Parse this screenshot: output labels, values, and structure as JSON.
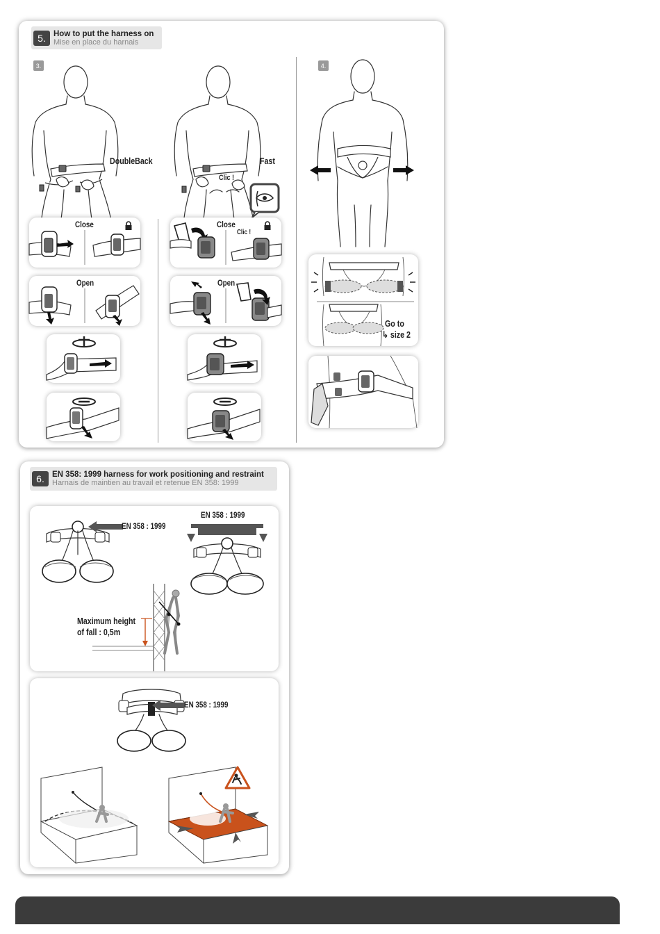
{
  "section5": {
    "number": "5.",
    "title": "How to put the harness on",
    "subtitle": "Mise en place du harnais",
    "step3_badge": "3.",
    "step4_badge": "4.",
    "doubleback_label": "DoubleBack",
    "fast_label": "Fast",
    "clic_label": "Clic !",
    "close_label": "Close",
    "open_label": "Open",
    "goto_label": "Go to",
    "size_label": "↳ size 2"
  },
  "section6": {
    "number": "6.",
    "title": "EN 358: 1999 harness for work positioning and restraint",
    "subtitle": "Harnais de maintien au travail et retenue EN 358: 1999",
    "en_label": "EN 358 : 1999",
    "max_height_line1": "Maximum height",
    "max_height_line2": "of fall : 0,5m"
  },
  "colors": {
    "accent_orange": "#c9521c",
    "dark_gray": "#3b3b3b",
    "header_gray": "#e6e6e6"
  },
  "icons": [
    "lock-icon",
    "eye-icon",
    "rotate-icon",
    "arrow-icon",
    "warning-fall-icon"
  ]
}
